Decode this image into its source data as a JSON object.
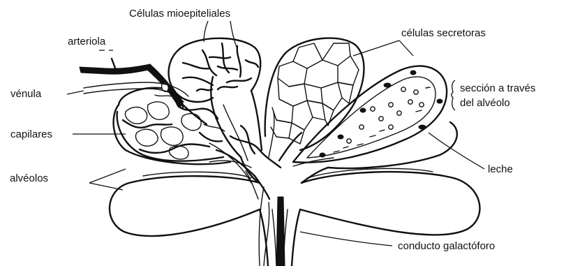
{
  "labels": {
    "mioepiteliales": "Células mioepiteliales",
    "arteriola": "arteriola",
    "venula": "vénula",
    "capilares": "capilares",
    "alveolos": "alvéolos",
    "secretoras": "células secretoras",
    "seccion_line1": "sección a través",
    "seccion_line2": "del alvéolo",
    "leche": "leche",
    "conducto": "conducto galactóforo"
  },
  "colors": {
    "ink": "#111111",
    "background": "#ffffff"
  }
}
